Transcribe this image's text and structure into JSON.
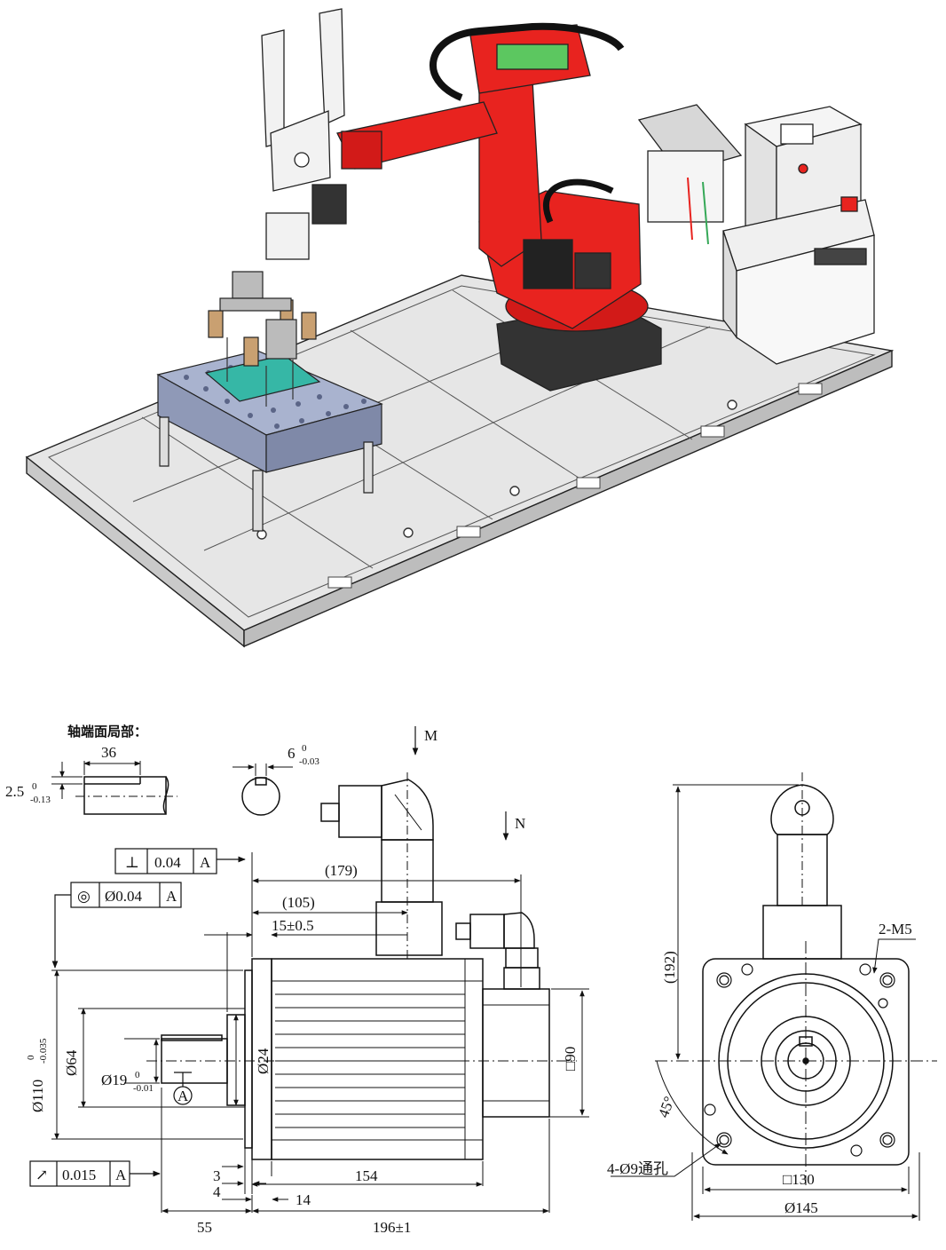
{
  "title_note": "轴端面局部：",
  "arrows": {
    "m": "M",
    "n": "N"
  },
  "tolerance": {
    "perp_symbol": "⊥",
    "perp_value": "0.04",
    "perp_datum": "A",
    "conc_symbol": "◎",
    "conc_value": "Ø0.04",
    "conc_datum": "A",
    "runout_symbol": "↗",
    "runout_value": "0.015",
    "runout_datum": "A",
    "datum_label": "A"
  },
  "dims": {
    "key_len": "36",
    "key_depth_main": "2.5",
    "key_depth_upper": "0",
    "key_depth_lower": "-0.13",
    "key_width_main": "6",
    "key_width_upper": "0",
    "key_width_lower": "-0.03",
    "total_179": "(179)",
    "d105": "(105)",
    "d15": "15±0.5",
    "flange_d_main": "Ø110",
    "flange_d_upper": "0",
    "flange_d_lower": "-0.035",
    "d64": "Ø64",
    "shaft_main": "Ø19",
    "shaft_upper": "0",
    "shaft_lower": "-0.01",
    "d24": "Ø24",
    "sq90": "□90",
    "d3": "3",
    "d4": "4",
    "d154": "154",
    "d14": "14",
    "d55": "55",
    "d196": "196±1",
    "d192": "(192)",
    "m5": "2-M5",
    "angle45": "45°",
    "holes": "4-Ø9通孔",
    "sq130": "□130",
    "d145": "Ø145"
  },
  "colors": {
    "robot_red": "#e8231f",
    "platform_gray": "#dcdcdc",
    "table_blue": "#a9b3cf",
    "fixture_teal": "#36b7a6",
    "cabinet_light": "#eeeeee"
  }
}
